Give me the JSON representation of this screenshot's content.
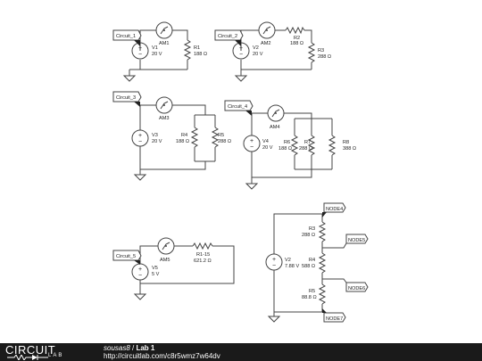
{
  "circuits": [
    {
      "flag": "Circuit_1",
      "source": {
        "name": "V1",
        "value": "20 V"
      },
      "ammeter": "AM1",
      "resistors": [
        {
          "name": "R1",
          "value": "188 Ω"
        }
      ]
    },
    {
      "flag": "Circuit_2",
      "source": {
        "name": "V2",
        "value": "20 V"
      },
      "ammeter": "AM2",
      "resistors": [
        {
          "name": "R2",
          "value": "188 Ω"
        },
        {
          "name": "R3",
          "value": "288 Ω"
        }
      ]
    },
    {
      "flag": "Circuit_3",
      "source": {
        "name": "V3",
        "value": "20 V"
      },
      "ammeter": "AM3",
      "resistors": [
        {
          "name": "R4",
          "value": "188 Ω"
        },
        {
          "name": "R5",
          "value": "288 Ω"
        }
      ]
    },
    {
      "flag": "Circuit_4",
      "source": {
        "name": "V4",
        "value": "20 V"
      },
      "ammeter": "AM4",
      "resistors": [
        {
          "name": "R6",
          "value": "188 Ω"
        },
        {
          "name": "R7",
          "value": "288 Ω"
        },
        {
          "name": "R8",
          "value": "388 Ω"
        }
      ]
    },
    {
      "flag": "Circuit_5",
      "source": {
        "name": "V5",
        "value": "5 V"
      },
      "ammeter": "AM5",
      "resistors": [
        {
          "name": "R1-15",
          "value": "621.2 Ω"
        }
      ]
    },
    {
      "flags": [
        "NODE4",
        "NODE5",
        "NODE6",
        "NODE7"
      ],
      "source": {
        "name": "V2",
        "value": "7.88 V"
      },
      "resistors": [
        {
          "name": "R3",
          "value": "288 Ω"
        },
        {
          "name": "R4",
          "value": "588 Ω"
        },
        {
          "name": "R5",
          "value": "88.8 Ω"
        }
      ]
    }
  ],
  "footer": {
    "logo_top": "CIRCUIT",
    "logo_bottom": "LAB",
    "user": "sousas8",
    "separator": " / ",
    "project": "Lab 1",
    "url": "http://circuitlab.com/c8r5wmz7w64dv"
  }
}
